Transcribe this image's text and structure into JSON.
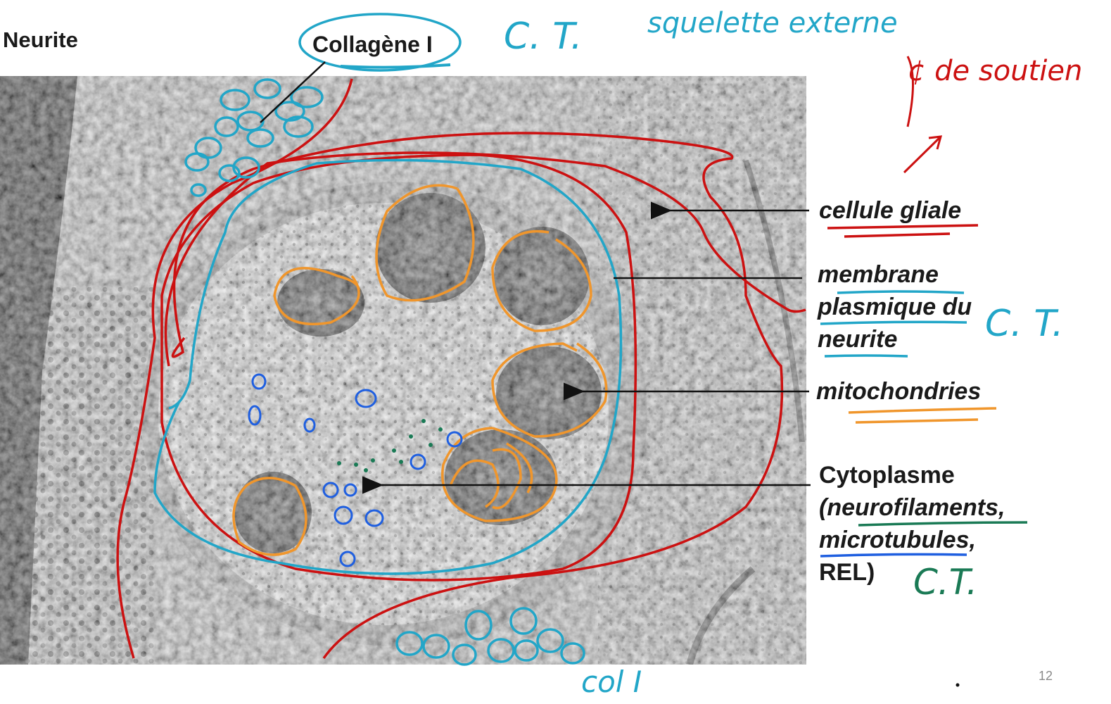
{
  "slide": {
    "title": "Neurite",
    "page_number": "12",
    "colors": {
      "glial": "#cc1111",
      "membrane": "#22a6c8",
      "mitochondria": "#f0962c",
      "microtubules": "#1f5fe0",
      "neurofilaments": "#1a7a55",
      "annotation_dark": "#111111"
    }
  },
  "labels": {
    "collagen": "Collagène I",
    "glial_cell": "cellule gliale",
    "membrane_l1": "membrane",
    "membrane_l2": "plasmique du",
    "membrane_l3": "neurite",
    "mitochondria": "mitochondries",
    "cyto_l1": "Cytoplasme",
    "cyto_l2": "(neurofilaments,",
    "cyto_l3": "microtubules,",
    "cyto_l4": "REL)"
  },
  "handwritten": {
    "ct_top": "C. T.",
    "squelette": "squelette externe",
    "soutien": "¢ de soutien",
    "ct_membrane": "C. T.",
    "ct_cyto": "C.T.",
    "col_bottom": "col I"
  }
}
